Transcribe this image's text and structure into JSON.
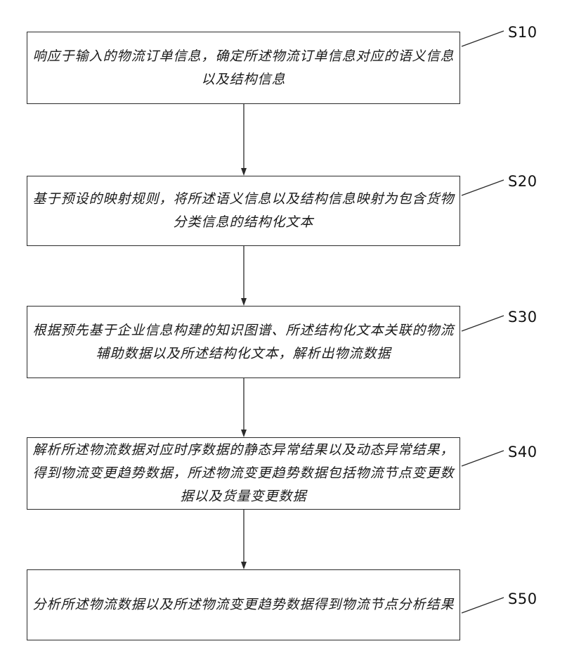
{
  "flowchart": {
    "steps": [
      {
        "label": "S10",
        "text": "响应于输入的物流订单信息，确定所述物流订单信息对应的语义信息以及结构信息"
      },
      {
        "label": "S20",
        "text": "基于预设的映射规则，将所述语义信息以及结构信息映射为包含货物分类信息的结构化文本"
      },
      {
        "label": "S30",
        "text": "根据预先基于企业信息构建的知识图谱、所述结构化文本关联的物流辅助数据以及所述结构化文本，解析出物流数据"
      },
      {
        "label": "S40",
        "text": "解析所述物流数据对应时序数据的静态异常结果以及动态异常结果，得到物流变更趋势数据，所述物流变更趋势数据包括物流节点变更数据以及货量变更数据"
      },
      {
        "label": "S50",
        "text": "分析所述物流数据以及所述物流变更趋势数据得到物流节点分析结果"
      }
    ],
    "colors": {
      "line": "#2b2b2b",
      "text": "#1a1a1a",
      "background": "#ffffff"
    }
  }
}
